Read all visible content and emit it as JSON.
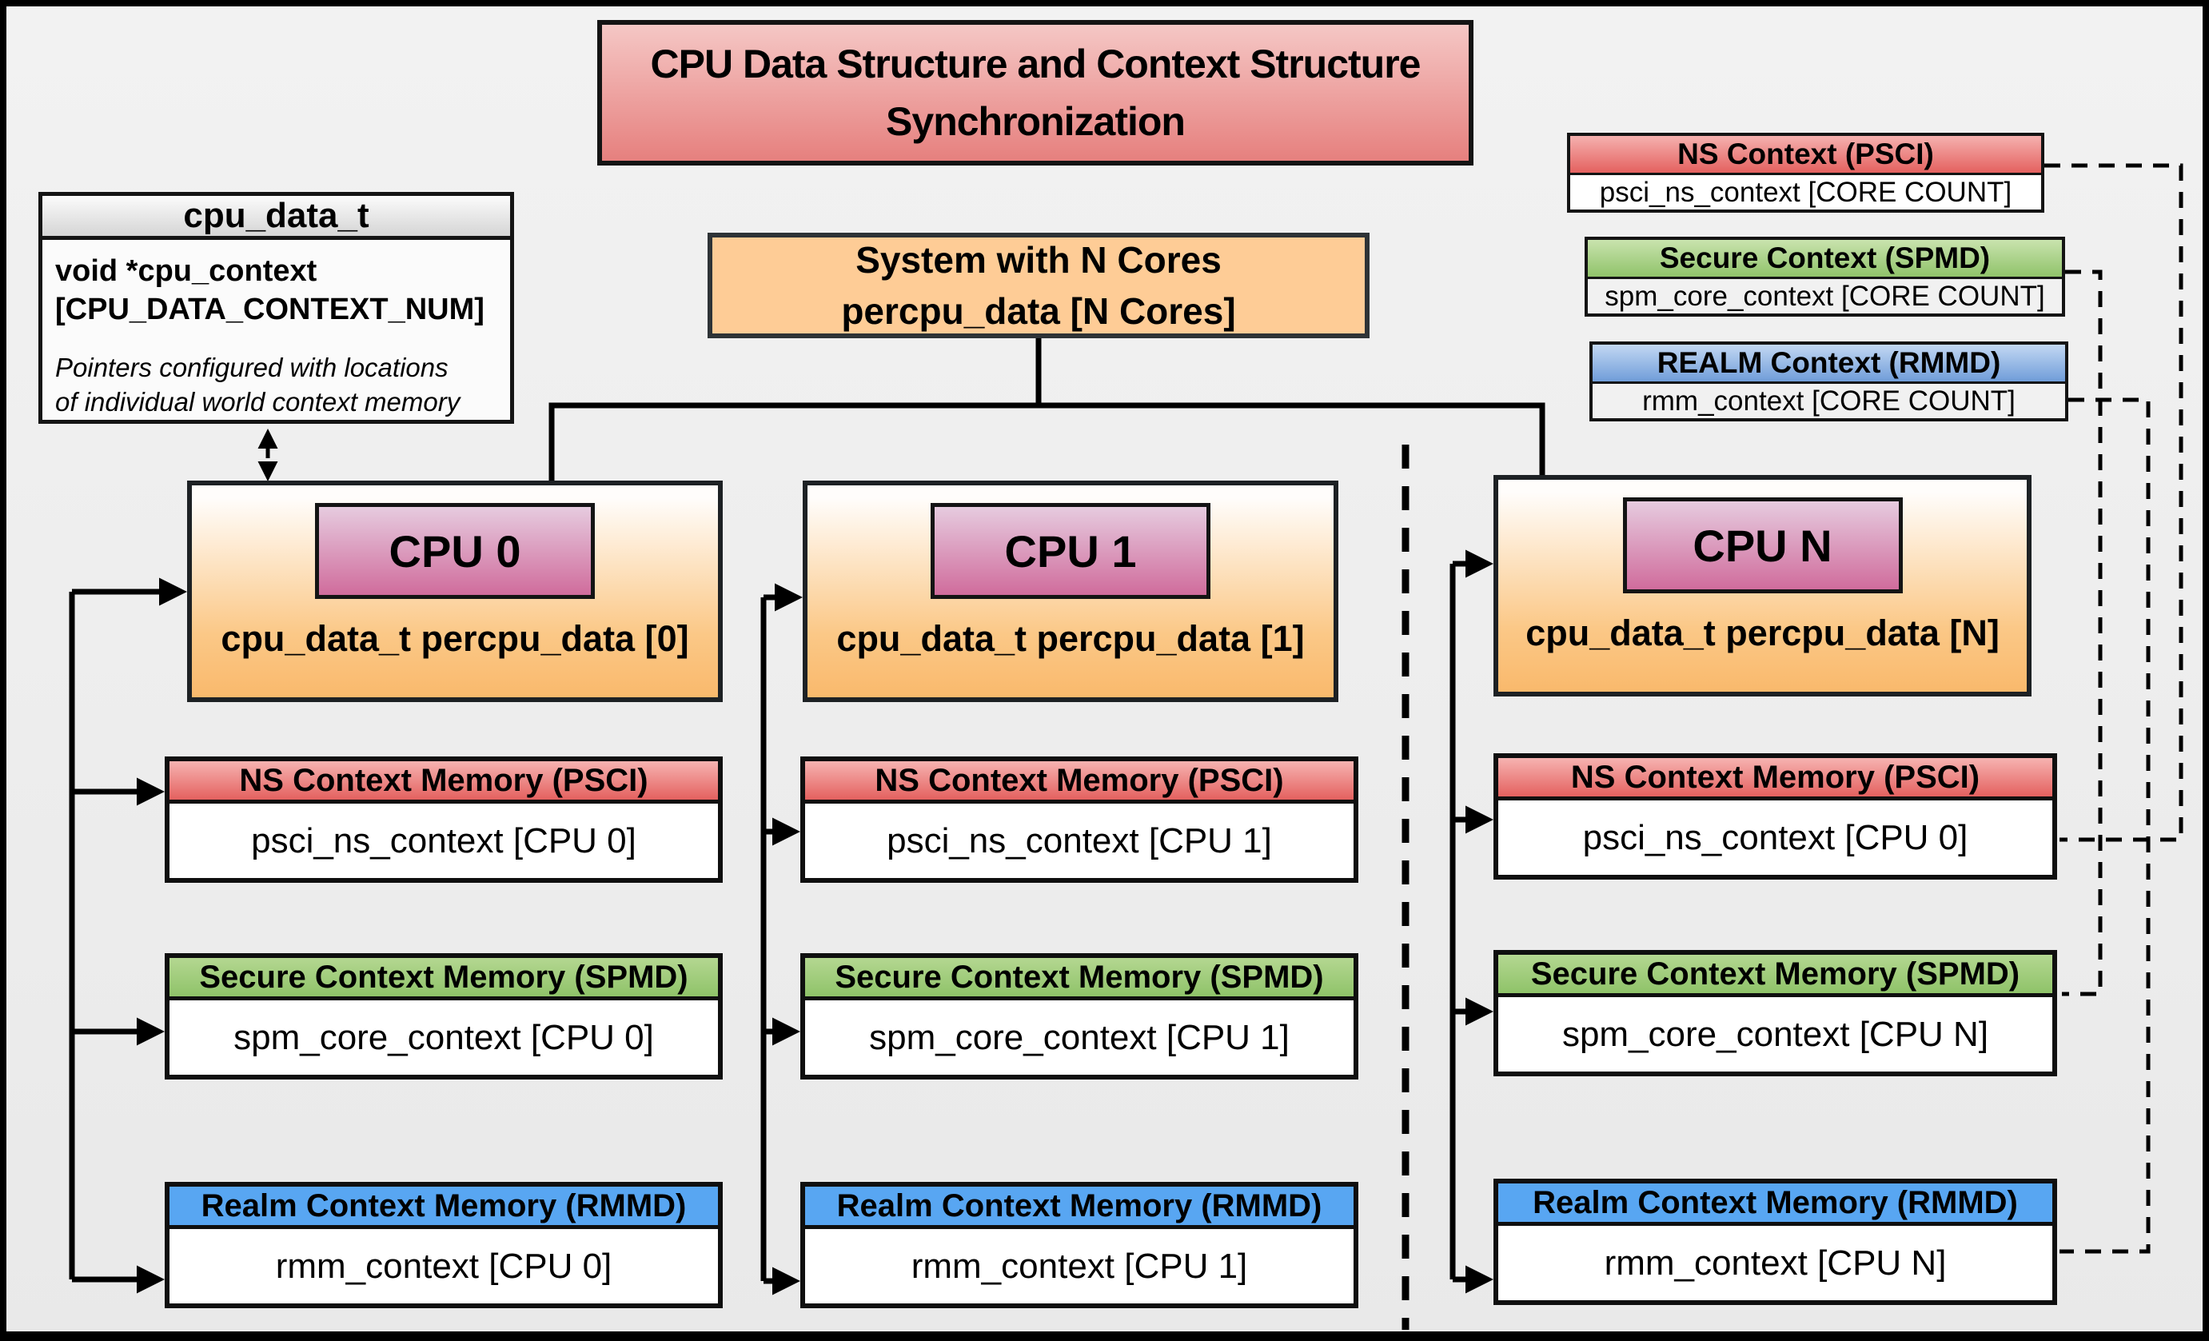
{
  "diagram_title": {
    "line1": "CPU Data Structure and Context Structure",
    "line2": "Synchronization"
  },
  "cpu_data_t_box": {
    "header": "cpu_data_t",
    "declaration_line1": "void  *cpu_context",
    "declaration_line2": "[CPU_DATA_CONTEXT_NUM]",
    "note_line1": "Pointers configured with locations",
    "note_line2": "of individual world context memory"
  },
  "system_box": {
    "line1": "System with N Cores",
    "line2": "percpu_data [N Cores]"
  },
  "legend": {
    "ns": {
      "header": "NS Context  (PSCI)",
      "body": "psci_ns_context [CORE COUNT]"
    },
    "secure": {
      "header": "Secure Context (SPMD)",
      "body": "spm_core_context [CORE COUNT]"
    },
    "realm": {
      "header": "REALM Context (RMMD)",
      "body": "rmm_context [CORE COUNT]"
    }
  },
  "memory_headers": {
    "ns": "NS Context Memory (PSCI)",
    "secure": "Secure Context Memory (SPMD)",
    "realm": "Realm Context Memory (RMMD)"
  },
  "cpus": [
    {
      "label": "CPU 0",
      "data_text": "cpu_data_t percpu_data [0]",
      "ns_body": "psci_ns_context [CPU 0]",
      "secure_body": "spm_core_context [CPU 0]",
      "realm_body": "rmm_context [CPU 0]"
    },
    {
      "label": "CPU 1",
      "data_text": "cpu_data_t percpu_data [1]",
      "ns_body": "psci_ns_context [CPU 1]",
      "secure_body": "spm_core_context [CPU 1]",
      "realm_body": "rmm_context [CPU 1]"
    },
    {
      "label": "CPU N",
      "data_text": "cpu_data_t percpu_data [N]",
      "ns_body": "psci_ns_context [CPU 0]",
      "secure_body": "spm_core_context [CPU N]",
      "realm_body": "rmm_context [CPU N]"
    }
  ],
  "colors": {
    "background": "#EFEFEF",
    "title_gradient_top": "#F5C7C5",
    "title_gradient_bottom": "#E6807E",
    "system_fill": "#FECC96",
    "cpu_box_gradient_top": "#FFFDFB",
    "cpu_box_gradient_bottom": "#F9B96C",
    "cpu_label_gradient_top": "#E6CBDF",
    "cpu_label_gradient_bottom": "#D06C9C",
    "ns_header_top": "#F5B1AF",
    "ns_header_bottom": "#E4615F",
    "secure_header_top": "#B4D791",
    "secure_header_bottom": "#8FC369",
    "realm_header": "#58A6F2",
    "line_color": "#000000"
  }
}
